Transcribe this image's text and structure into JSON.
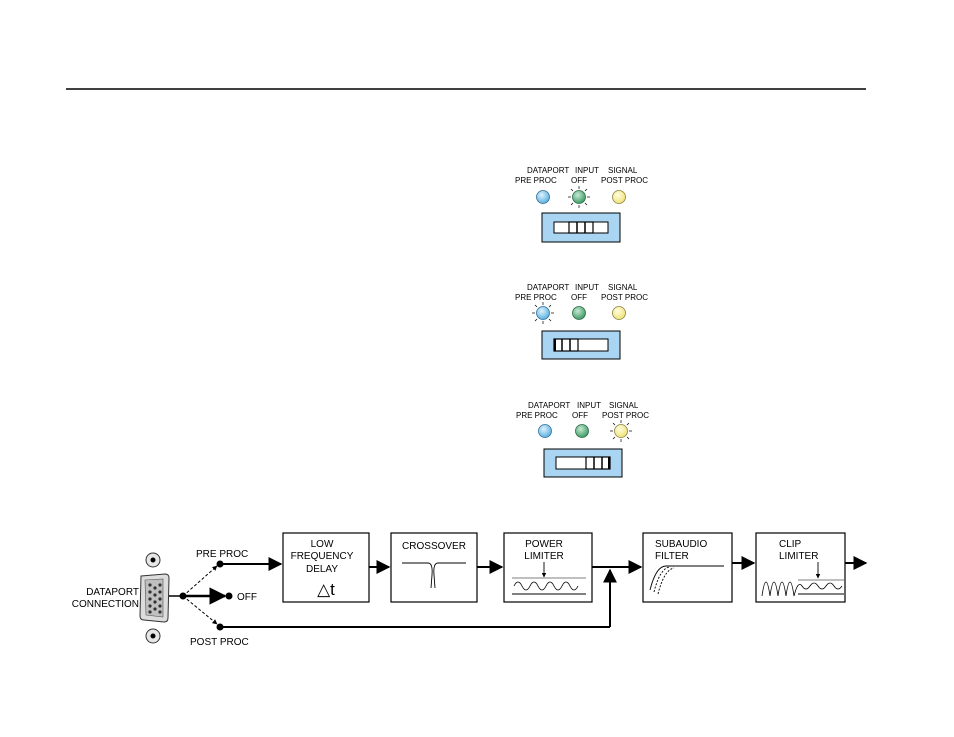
{
  "switch_panels": [
    {
      "labels": {
        "col1_top": "DATAPORT",
        "col2_top": "INPUT",
        "col3_top": "SIGNAL",
        "col1_bottom": "PRE PROC",
        "col2_bottom": "OFF",
        "col3_bottom": "POST PROC"
      },
      "active_led": "off",
      "switch_position": "center"
    },
    {
      "labels": {
        "col1_top": "DATAPORT",
        "col2_top": "INPUT",
        "col3_top": "SIGNAL",
        "col1_bottom": "PRE PROC",
        "col2_bottom": "OFF",
        "col3_bottom": "POST PROC"
      },
      "active_led": "pre-proc",
      "switch_position": "left"
    },
    {
      "labels": {
        "col1_top": "DATAPORT",
        "col2_top": "INPUT",
        "col3_top": "SIGNAL",
        "col1_bottom": "PRE PROC",
        "col2_bottom": "OFF",
        "col3_bottom": "POST PROC"
      },
      "active_led": "post-proc",
      "switch_position": "right"
    }
  ],
  "led_colors": {
    "pre_proc": "#7ec3ea",
    "off": "#55ad7c",
    "post_proc": "#f7f09a",
    "panel": "#a9d4f2"
  },
  "diagram": {
    "dataport_label_line1": "DATAPORT",
    "dataport_label_line2": "CONNECTION",
    "pre_proc": "PRE PROC",
    "off": "OFF",
    "post_proc": "POST PROC",
    "block_lf_line1": "LOW",
    "block_lf_line2": "FREQUENCY",
    "block_lf_line3": "DELAY",
    "block_lf_symbol": "△t",
    "block_crossover": "CROSSOVER",
    "block_power_line1": "POWER",
    "block_power_line2": "LIMITER",
    "block_subaudio_line1": "SUBAUDIO",
    "block_subaudio_line2": "FILTER",
    "block_clip_line1": "CLIP",
    "block_clip_line2": "LIMITER"
  }
}
